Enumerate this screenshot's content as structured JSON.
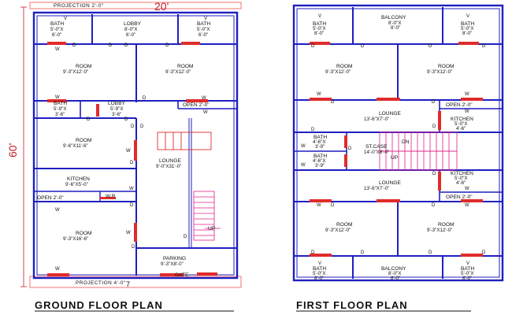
{
  "ground": {
    "title": "GROUND FLOOR PLAN",
    "projection_top": "PROJECTION  2'-0\"",
    "projection_bottom": "PROJECTION   4'-0\"",
    "width_dim": "20'",
    "height_dim": "60'",
    "rooms": {
      "bath_left": {
        "name": "BATH",
        "size1": "5'-0\"X",
        "size2": "6'-0\""
      },
      "lobby_top": {
        "name": "LOBBY",
        "size1": "8'-0\"X",
        "size2": "6'-0\""
      },
      "bath_right": {
        "name": "BATH",
        "size1": "5'-0\"X",
        "size2": "6'-0\""
      },
      "room_tl": {
        "name": "ROOM",
        "size": "9'-3\"X12'-0\""
      },
      "room_tr": {
        "name": "ROOM",
        "size": "9'-3\"X12'-0\""
      },
      "bath_mid": {
        "name": "BATH",
        "size1": "5'-9\"X",
        "size2": "3'-6\""
      },
      "lobby_mid": {
        "name": "LOBBY",
        "size1": "5'-9\"X",
        "size2": "3'-6\""
      },
      "open_mid": {
        "name": "OPEN  2'-0\""
      },
      "room_ml": {
        "name": "ROOM",
        "size": "9'-6\"X11'-6\""
      },
      "lounge": {
        "name": "LOUNGE",
        "size": "9'-0\"X31'-0\""
      },
      "kitchen": {
        "name": "KITCHEN",
        "size": "9'-6\"X5'-0\""
      },
      "open_low": {
        "name": "OPEN 2'-0\""
      },
      "wr": {
        "name": "W.R"
      },
      "room_bl": {
        "name": "ROOM",
        "size": "9'-3\"X16'-6\""
      },
      "parking": {
        "name": "PARKING",
        "size": "9'-3\"X8'-0\""
      },
      "gate": {
        "name": "GATE"
      },
      "up": {
        "name": "UP"
      }
    }
  },
  "first": {
    "title": "FIRST FLOOR PLAN",
    "rooms": {
      "bath_tl": {
        "name": "BATH",
        "size1": "5'-0\"X",
        "size2": "8'-0\""
      },
      "balcony_top": {
        "name": "BALCONY",
        "size1": "8'-0\"X",
        "size2": "8'-0\""
      },
      "bath_tr": {
        "name": "BATH",
        "size1": "5'-0\"X",
        "size2": "8'-0\""
      },
      "room_tl": {
        "name": "ROOM",
        "size": "9'-3\"X12'-0\""
      },
      "room_tr": {
        "name": "ROOM",
        "size": "9'-3\"X12'-0\""
      },
      "lounge_top": {
        "name": "LOUNGE",
        "size": "13'-6\"X7'-0\""
      },
      "open_top": {
        "name": "OPEN  2'-0\""
      },
      "kitchen_top": {
        "name": "KITCHEN",
        "size1": "5'-0\"X",
        "size2": "4'-6\""
      },
      "bath_ml1": {
        "name": "BATH",
        "size1": "4'-6\"X",
        "size2": "3'-9\""
      },
      "bath_ml2": {
        "name": "BATH",
        "size1": "4'-6\"X",
        "size2": "3'-9\""
      },
      "stcase": {
        "name": "ST.CASE",
        "size": "14'-0\"X8'-0\""
      },
      "dn": {
        "name": "DN"
      },
      "up": {
        "name": "UP"
      },
      "lounge_low": {
        "name": "LOUNGE",
        "size": "13'-6\"X7'-0\""
      },
      "kitchen_low": {
        "name": "KITCHEN",
        "size1": "5'-0\"X",
        "size2": "4'-6\""
      },
      "open_low": {
        "name": "OPEN  2'-0\""
      },
      "room_bl": {
        "name": "ROOM",
        "size": "9'-3\"X12'-0\""
      },
      "room_br": {
        "name": "ROOM",
        "size": "9'-3\"X12'-0\""
      },
      "bath_bl": {
        "name": "BATH",
        "size1": "5'-0\"X",
        "size2": "8'-0\""
      },
      "balcony_bot": {
        "name": "BALCONY",
        "size1": "8'-0\"X",
        "size2": "8'-0\""
      },
      "bath_br": {
        "name": "BATH",
        "size1": "5'-0\"X",
        "size2": "8'-0\""
      }
    }
  },
  "tags": {
    "door": "D",
    "window": "W",
    "ventilator": "V"
  },
  "colors": {
    "wall": "#1f1fc0",
    "window": "#e02b2b",
    "stair": "#e0208a",
    "dim": "#c0202a",
    "projection": "#f28a8a"
  }
}
